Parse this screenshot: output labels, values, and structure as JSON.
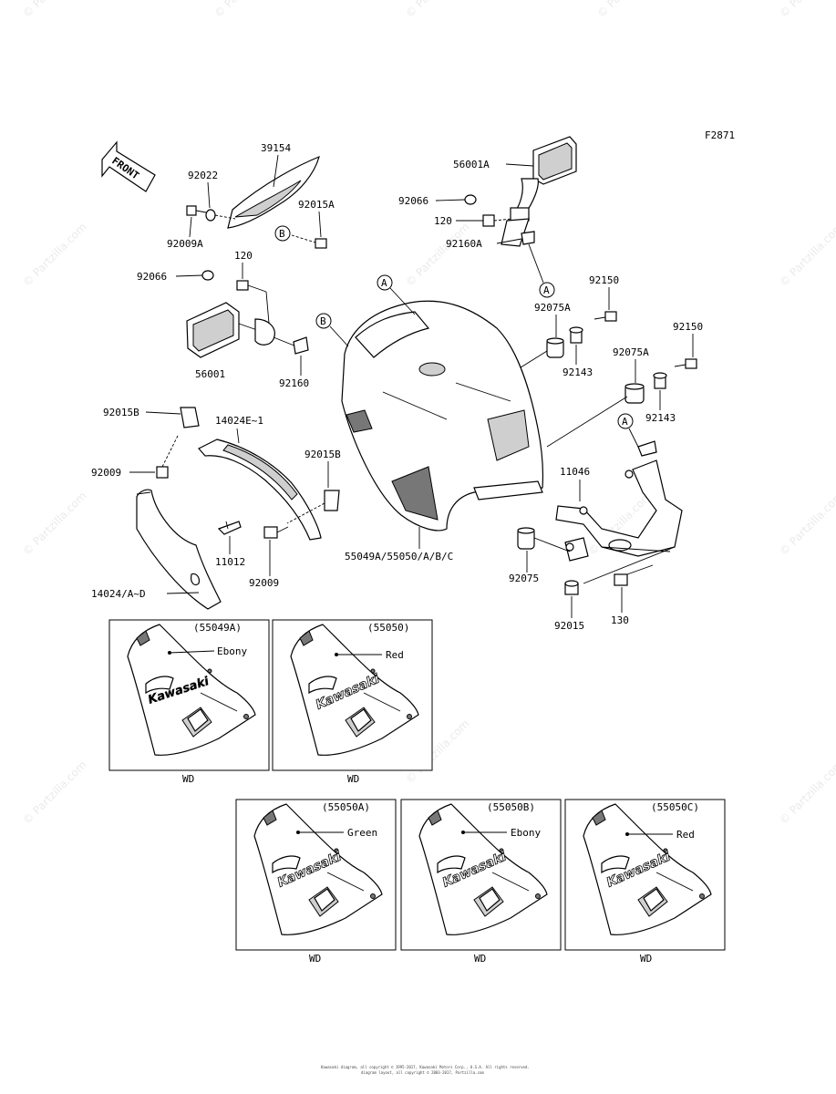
{
  "figure_code": "F2871",
  "front_label": "FRONT",
  "callouts": {
    "a": "A",
    "b": "B"
  },
  "parts": {
    "p39154": "39154",
    "p92022": "92022",
    "p92015A": "92015A",
    "p92009A": "92009A",
    "p92066_left": "92066",
    "p120_left": "120",
    "p56001": "56001",
    "p92160": "92160",
    "p56001A": "56001A",
    "p92066_right": "92066",
    "p120_right": "120",
    "p92160A": "92160A",
    "p92150_a": "92150",
    "p92075A_a": "92075A",
    "p92143_a": "92143",
    "p92150_b": "92150",
    "p92075A_b": "92075A",
    "p92143_b": "92143",
    "p92015B_left": "92015B",
    "p14024E": "14024E~1",
    "p92009_left": "92009",
    "p92015B_right": "92015B",
    "p11012": "11012",
    "p92009_right": "92009",
    "p14024": "14024/A~D",
    "p55049": "55049A/55050/A/B/C",
    "p11046": "11046",
    "p92075": "92075",
    "p92015": "92015",
    "p130": "130"
  },
  "variants": [
    {
      "code": "(55049A)",
      "color": "Ebony",
      "market": "WD"
    },
    {
      "code": "(55050)",
      "color": "Red",
      "market": "WD"
    },
    {
      "code": "(55050A)",
      "color": "Green",
      "market": "WD"
    },
    {
      "code": "(55050B)",
      "color": "Ebony",
      "market": "WD"
    },
    {
      "code": "(55050C)",
      "color": "Red",
      "market": "WD"
    }
  ],
  "brand_decal": "Kawasaki",
  "footer_line1": "Kawasaki diagram, all copyright © 1995-2017, Kawasaki Motors Corp., U.S.A. All rights reserved.",
  "footer_line2": "diagram layout, all copyright © 2003-2017, Partzilla.com",
  "watermark": "© Partzilla.com"
}
